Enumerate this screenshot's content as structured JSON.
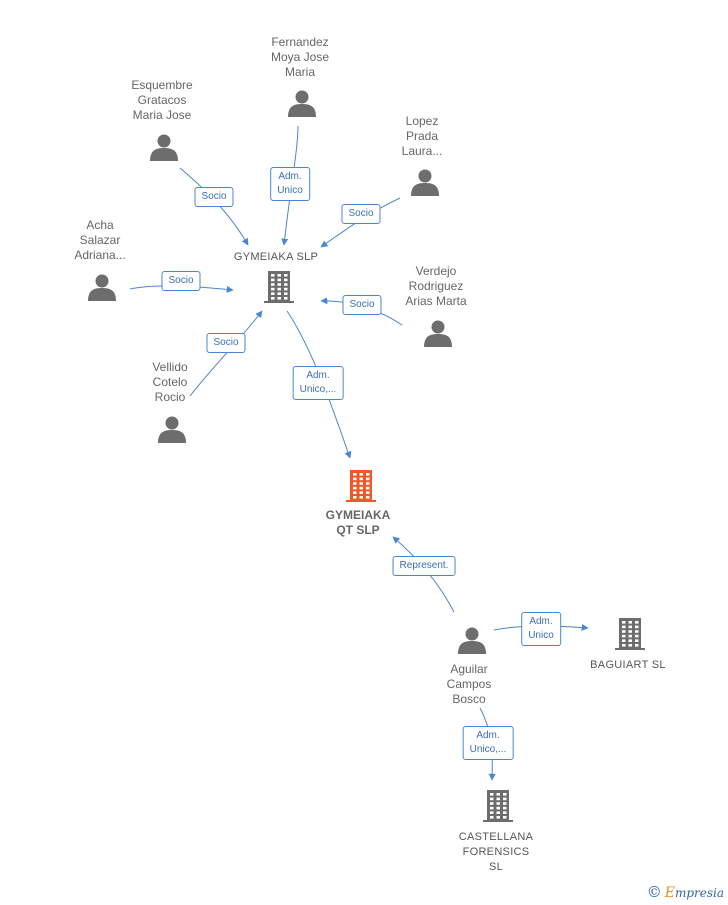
{
  "nodes": {
    "gymeiaka_slp": {
      "label": "GYMEIAKA  SLP",
      "type": "company"
    },
    "gymeiaka_qt": {
      "label": "GYMEIAKA\nQT  SLP",
      "type": "company-focus"
    },
    "baguiart": {
      "label": "BAGUIART  SL",
      "type": "company"
    },
    "castellana": {
      "label": "CASTELLANA\nFORENSICS\nSL",
      "type": "company"
    },
    "fernandez": {
      "label": "Fernandez\nMoya Jose\nMaria",
      "type": "person"
    },
    "esquembre": {
      "label": "Esquembre\nGratacos\nMaria Jose",
      "type": "person"
    },
    "lopez": {
      "label": "Lopez\nPrada\nLaura...",
      "type": "person"
    },
    "acha": {
      "label": "Acha\nSalazar\nAdriana...",
      "type": "person"
    },
    "verdejo": {
      "label": "Verdejo\nRodriguez\nArias Marta",
      "type": "person"
    },
    "vellido": {
      "label": "Vellido\nCotelo\nRocio",
      "type": "person"
    },
    "aguilar": {
      "label": "Aguilar\nCampos\nBosco",
      "type": "person"
    }
  },
  "edges": [
    {
      "from": "fernandez",
      "to": "gymeiaka_slp",
      "label": "Adm.\nUnico"
    },
    {
      "from": "esquembre",
      "to": "gymeiaka_slp",
      "label": "Socio"
    },
    {
      "from": "lopez",
      "to": "gymeiaka_slp",
      "label": "Socio"
    },
    {
      "from": "acha",
      "to": "gymeiaka_slp",
      "label": "Socio"
    },
    {
      "from": "verdejo",
      "to": "gymeiaka_slp",
      "label": "Socio"
    },
    {
      "from": "vellido",
      "to": "gymeiaka_slp",
      "label": "Socio"
    },
    {
      "from": "gymeiaka_slp",
      "to": "gymeiaka_qt",
      "label": "Adm.\nUnico,..."
    },
    {
      "from": "aguilar",
      "to": "gymeiaka_qt",
      "label": "Represent."
    },
    {
      "from": "aguilar",
      "to": "baguiart",
      "label": "Adm.\nUnico"
    },
    {
      "from": "aguilar",
      "to": "castellana",
      "label": "Adm.\nUnico,..."
    }
  ],
  "colors": {
    "edge": "#4a86cf",
    "person": "#6d6d6d",
    "company": "#6d6d6d",
    "focus": "#f0582a"
  },
  "brand": {
    "symbol": "©",
    "initial": "E",
    "rest": "mpresia"
  }
}
